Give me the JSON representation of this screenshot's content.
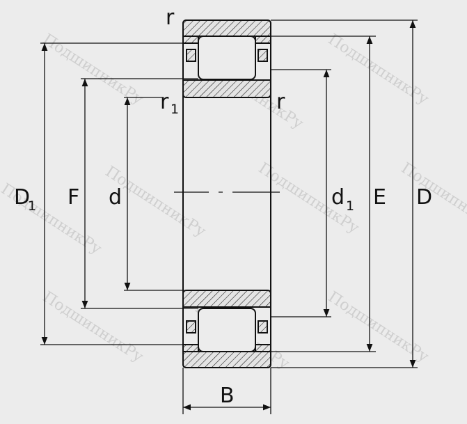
{
  "diagram": {
    "labels": {
      "D1": {
        "main": "D",
        "sub": "1"
      },
      "F": "F",
      "d": "d",
      "d1": {
        "main": "d",
        "sub": "1"
      },
      "E": "E",
      "D": "D",
      "B": "B",
      "r_top": "r",
      "r1": {
        "main": "r",
        "sub": "1"
      },
      "r_side": "r"
    },
    "watermark": "ПодшипникРу",
    "colors": {
      "background": "#ececec",
      "line": "#111111",
      "hatch_fill": "#e8e8e8",
      "watermark": "#cfcfcf"
    }
  }
}
